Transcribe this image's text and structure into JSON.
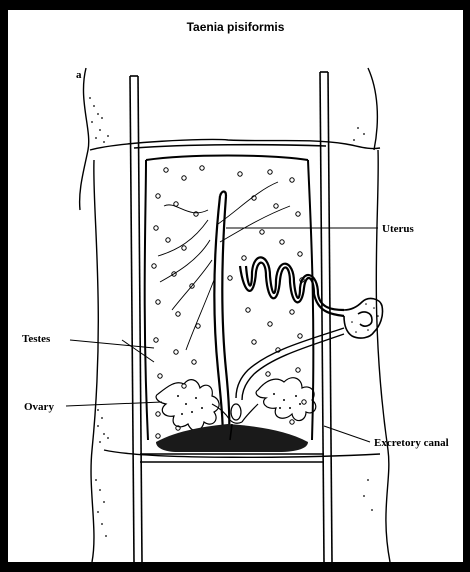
{
  "title": "Taenia pisiformis",
  "labels": {
    "uterus": "Uterus",
    "testes": "Testes",
    "ovary": "Ovary",
    "excretory_canal": "Excretory canal",
    "corner_mark": "a"
  },
  "colors": {
    "background": "#000000",
    "panel": "#ffffff",
    "ink": "#000000"
  }
}
